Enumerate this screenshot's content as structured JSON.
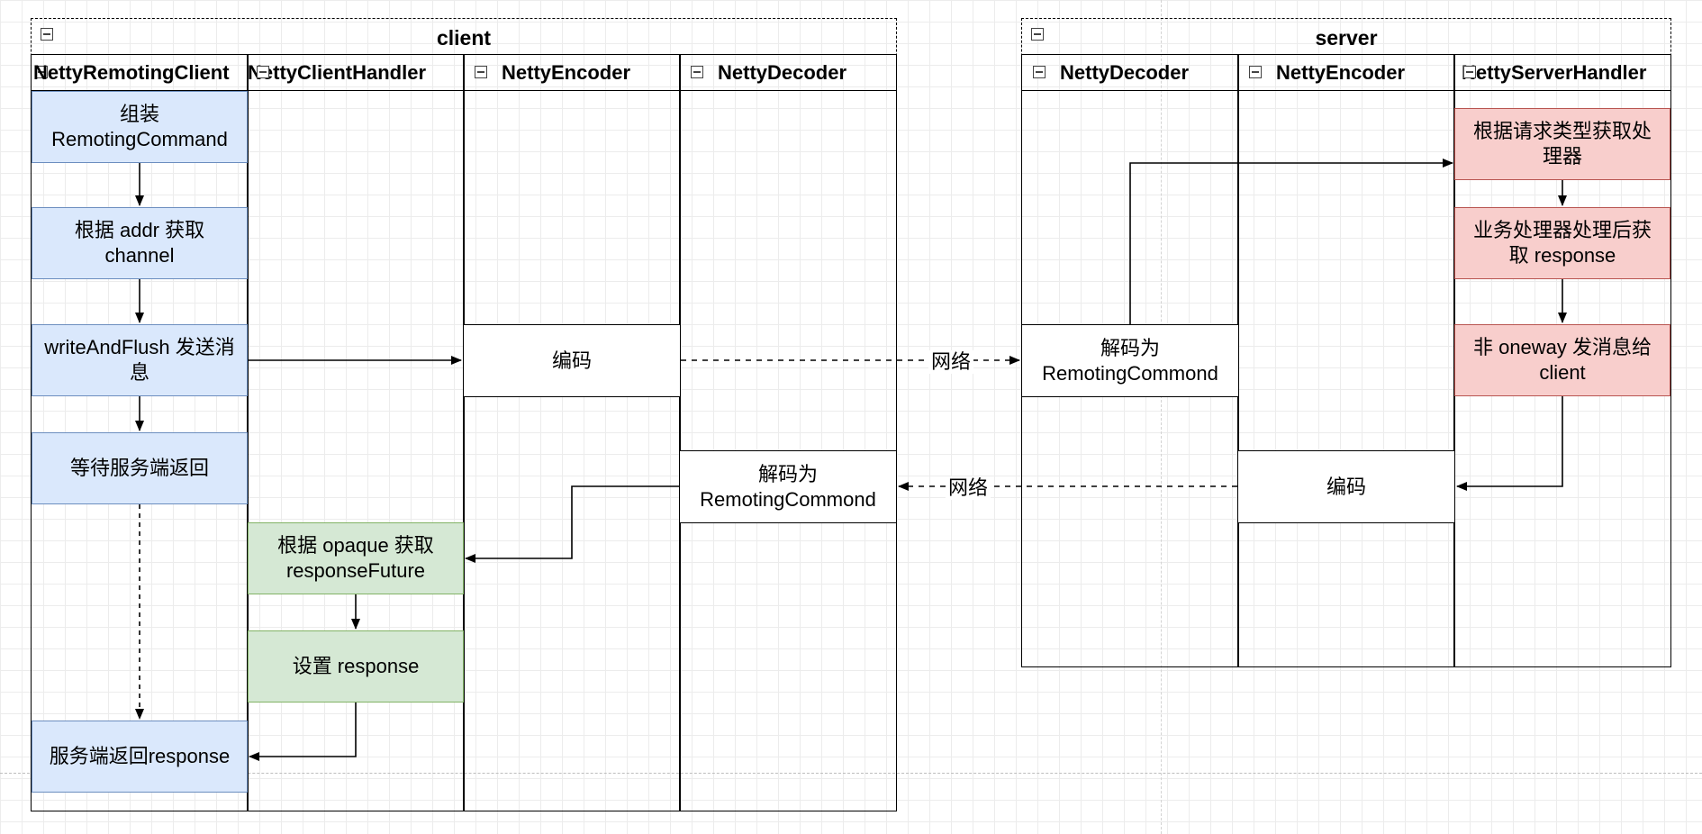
{
  "client": {
    "title": "client",
    "lanes": {
      "remoting_client": "NettyRemotingClient",
      "client_handler": "NettyClientHandler",
      "encoder": "NettyEncoder",
      "decoder": "NettyDecoder"
    },
    "nodes": {
      "assemble": "组装\nRemotingCommand",
      "get_channel": "根据 addr 获取\nchannel",
      "write_flush": "writeAndFlush 发送消\n息",
      "wait": "等待服务端返回",
      "return_response": "服务端返回response",
      "get_future": "根据 opaque 获取\nresponseFuture",
      "set_response": "设置 response",
      "encode": "编码",
      "decode": "解码为\nRemotingCommond"
    }
  },
  "server": {
    "title": "server",
    "lanes": {
      "decoder": "NettyDecoder",
      "encoder": "NettyEncoder",
      "server_handler": "NettyServerHandler"
    },
    "nodes": {
      "get_processor": "根据请求类型获取处\n理器",
      "process": "业务处理器处理后获\n取 response",
      "send_client": "非 oneway 发消息给\nclient",
      "decode": "解码为\nRemotingCommond",
      "encode": "编码"
    }
  },
  "edges": {
    "network_to_server": "网络",
    "network_to_client": "网络"
  }
}
